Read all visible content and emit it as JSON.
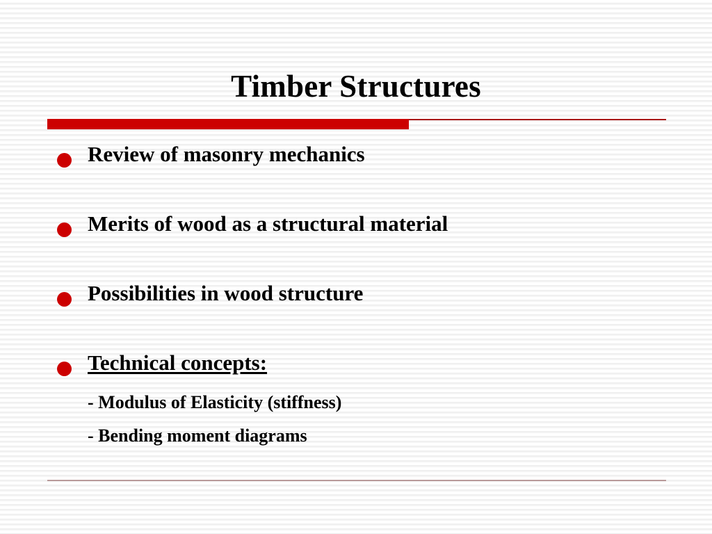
{
  "slide": {
    "title": "Timber Structures",
    "accent_color": "#cc0000",
    "rule_line_color": "#a81717",
    "footer_rule_color": "#b89a9a",
    "text_color": "#000000",
    "background_color": "#ffffff",
    "background_stripe_color": "#ececec",
    "bullets": [
      {
        "text": "Review of masonry mechanics",
        "underlined": false
      },
      {
        "text": "Merits of wood as a structural material",
        "underlined": false
      },
      {
        "text": "Possibilities in wood structure",
        "underlined": false
      },
      {
        "text": "Technical concepts:",
        "underlined": true
      }
    ],
    "subitems": [
      "- Modulus of Elasticity (stiffness)",
      "- Bending moment diagrams"
    ]
  }
}
